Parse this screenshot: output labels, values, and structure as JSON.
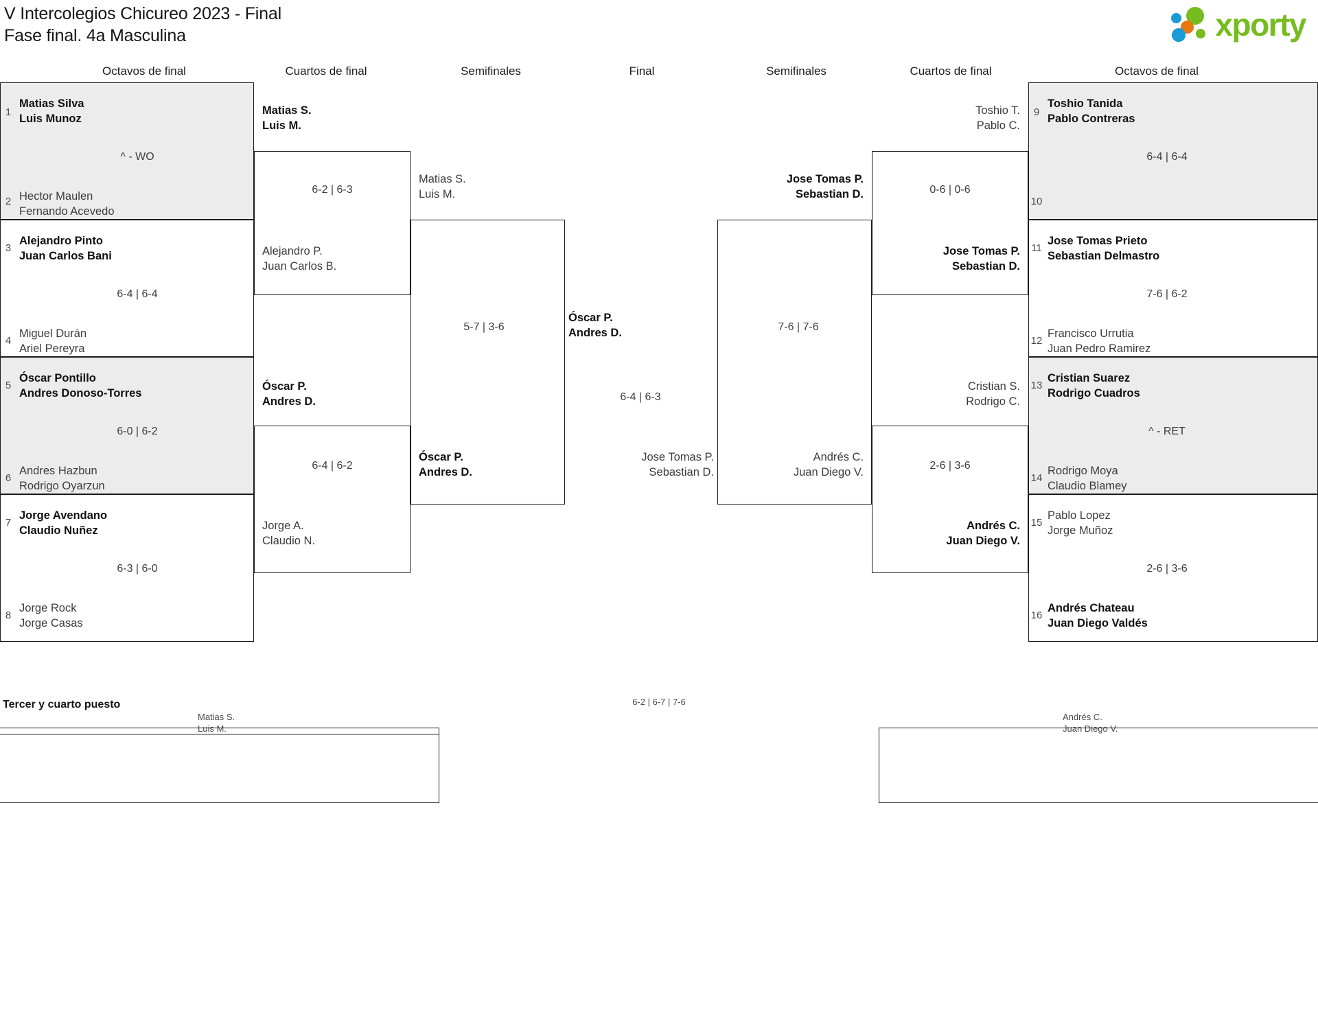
{
  "header": {
    "title_line1": "V Intercolegios Chicureo 2023 - Final",
    "title_line2": "Fase final. 4a Masculina",
    "logo_text": "xporty",
    "logo_colors": {
      "green": "#76bc21",
      "blue": "#1b9ad6",
      "orange": "#e8770d"
    }
  },
  "round_labels": {
    "left_r16": "Octavos de final",
    "left_qf": "Cuartos de final",
    "left_sf": "Semifinales",
    "final": "Final",
    "right_sf": "Semifinales",
    "right_qf": "Cuartos de final",
    "right_r16": "Octavos de final"
  },
  "left_r16": [
    {
      "seed": "1",
      "p1": "Matias Silva",
      "p2": "Luis Munoz",
      "winner": true,
      "shaded": true
    },
    {
      "seed": "2",
      "p1": "Hector Maulen",
      "p2": "Fernando Acevedo",
      "winner": false,
      "shaded": true
    },
    {
      "seed": "3",
      "p1": "Alejandro Pinto",
      "p2": "Juan Carlos Bani",
      "winner": true,
      "shaded": false
    },
    {
      "seed": "4",
      "p1": "Miguel Durán",
      "p2": "Ariel Pereyra",
      "winner": false,
      "shaded": false
    },
    {
      "seed": "5",
      "p1": "Óscar Pontillo",
      "p2": "Andres Donoso-Torres",
      "winner": true,
      "shaded": true
    },
    {
      "seed": "6",
      "p1": "Andres Hazbun",
      "p2": "Rodrigo Oyarzun",
      "winner": false,
      "shaded": true
    },
    {
      "seed": "7",
      "p1": "Jorge Avendano",
      "p2": "Claudio Nuñez",
      "winner": true,
      "shaded": false
    },
    {
      "seed": "8",
      "p1": "Jorge Rock",
      "p2": "Jorge Casas",
      "winner": false,
      "shaded": false
    }
  ],
  "left_r16_scores": [
    "^ - WO",
    "6-4 | 6-4",
    "6-0 | 6-2",
    "6-3 | 6-0"
  ],
  "left_qf": [
    {
      "p1": "Matias S.",
      "p2": "Luis M.",
      "winner": true
    },
    {
      "p1": "Alejandro P.",
      "p2": "Juan Carlos B.",
      "winner": false
    },
    {
      "p1": "Óscar P.",
      "p2": "Andres D.",
      "winner": true
    },
    {
      "p1": "Jorge A.",
      "p2": "Claudio N.",
      "winner": false
    }
  ],
  "left_qf_scores": [
    "6-2 | 6-3",
    "6-4 | 6-2"
  ],
  "left_sf": [
    {
      "p1": "Matias S.",
      "p2": "Luis M.",
      "winner": false
    },
    {
      "p1": "Óscar P.",
      "p2": "Andres D.",
      "winner": true
    }
  ],
  "left_sf_score": "5-7 | 3-6",
  "final": {
    "top": {
      "p1": "Óscar P.",
      "p2": "Andres D.",
      "winner": true
    },
    "bottom": {
      "p1": "Jose Tomas P.",
      "p2": "Sebastian D.",
      "winner": false
    },
    "score": "6-4 | 6-3"
  },
  "right_sf": [
    {
      "p1": "Jose Tomas P.",
      "p2": "Sebastian D.",
      "winner": true
    },
    {
      "p1": "Andrés C.",
      "p2": "Juan Diego V.",
      "winner": false
    }
  ],
  "right_sf_score": "7-6 | 7-6",
  "right_qf": [
    {
      "p1": "Toshio T.",
      "p2": "Pablo C.",
      "winner": false
    },
    {
      "p1": "Jose Tomas P.",
      "p2": "Sebastian D.",
      "winner": true
    },
    {
      "p1": "Cristian S.",
      "p2": "Rodrigo C.",
      "winner": false
    },
    {
      "p1": "Andrés C.",
      "p2": "Juan Diego V.",
      "winner": true
    }
  ],
  "right_qf_scores": [
    "0-6 | 0-6",
    "2-6 | 3-6"
  ],
  "right_r16": [
    {
      "seed": "9",
      "p1": "Toshio Tanida",
      "p2": "Pablo Contreras",
      "winner": true,
      "shaded": true
    },
    {
      "seed": "10",
      "p1": "",
      "p2": "",
      "winner": false,
      "shaded": true
    },
    {
      "seed": "11",
      "p1": "Jose Tomas Prieto",
      "p2": "Sebastian Delmastro",
      "winner": true,
      "shaded": false
    },
    {
      "seed": "12",
      "p1": "Francisco Urrutia",
      "p2": "Juan Pedro Ramirez",
      "winner": false,
      "shaded": false
    },
    {
      "seed": "13",
      "p1": "Cristian Suarez",
      "p2": "Rodrigo Cuadros",
      "winner": true,
      "shaded": true
    },
    {
      "seed": "14",
      "p1": "Rodrigo Moya",
      "p2": "Claudio Blamey",
      "winner": false,
      "shaded": true
    },
    {
      "seed": "15",
      "p1": "Pablo Lopez",
      "p2": "Jorge Muñoz",
      "winner": false,
      "shaded": false
    },
    {
      "seed": "16",
      "p1": "Andrés Chateau",
      "p2": "Juan Diego Valdés",
      "winner": true,
      "shaded": false
    }
  ],
  "right_r16_scores": [
    "6-4 | 6-4",
    "7-6 | 6-2",
    "^ - RET",
    "2-6 | 3-6"
  ],
  "third_place": {
    "title": "Tercer y cuarto puesto",
    "left": {
      "p1": "Matias S.",
      "p2": "Luis M."
    },
    "right": {
      "p1": "Andrés C.",
      "p2": "Juan Diego V."
    },
    "score": "6-2 | 6-7 | 7-6"
  }
}
